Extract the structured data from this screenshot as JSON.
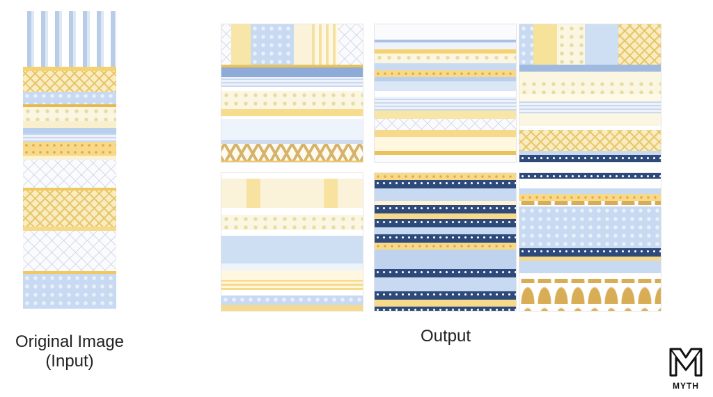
{
  "labels": {
    "input_line1": "Original Image",
    "input_line2": "(Input)",
    "output": "Output"
  },
  "logo": {
    "name": "MYTH",
    "icon": "myth-logo-icon"
  },
  "palette": {
    "navy": "#2d4a7a",
    "powder_blue": "#c8daf1",
    "butter_yellow": "#f6d98a",
    "gold": "#d8ad55",
    "cream": "#fbf6e2"
  },
  "images": {
    "input": "washi tape strip pattern",
    "outputs_count": 6
  }
}
